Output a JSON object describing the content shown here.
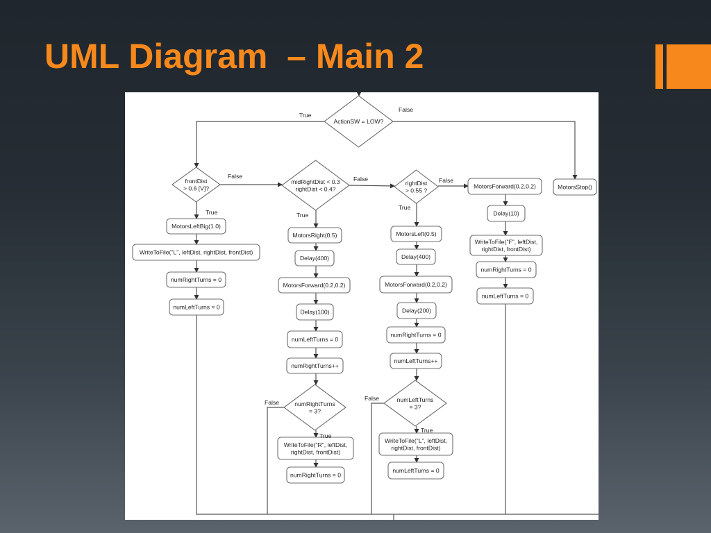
{
  "slide": {
    "title": "UML Diagram  – Main 2"
  },
  "diagram": {
    "nodes": {
      "d_action": [
        "ActionSW = LOW?"
      ],
      "p_stop": [
        "MotorsStop()"
      ],
      "d_front": [
        "frontDist",
        "> 0.6 [V]?"
      ],
      "p_leftbig": [
        "MotorsLeftBig(1.0)"
      ],
      "p_wf_l1": [
        "WriteToFile(\"L\", leftDist, rightDist, frontDist)"
      ],
      "p_rt0_a": [
        "numRightTurns = 0"
      ],
      "p_lt0_a": [
        "numLeftTurns = 0"
      ],
      "d_mid": [
        "midRightDist < 0.3",
        "rightDist < 0.4?"
      ],
      "p_right": [
        "MotorsRight(0.5)"
      ],
      "p_delay400_a": [
        "Delay(400)"
      ],
      "p_fwd_a": [
        "MotorsForward(0.2,0.2)"
      ],
      "p_delay100": [
        "Delay(100)"
      ],
      "p_lt0_b": [
        "numLeftTurns = 0"
      ],
      "p_rtinc": [
        "numRightTurns++"
      ],
      "d_rt3": [
        "numRightTurns",
        "= 3?"
      ],
      "p_wf_r": [
        "WriteToFile(\"R\", leftDist,",
        "rightDist, frontDist)"
      ],
      "p_rt0_b": [
        "numRightTurns = 0"
      ],
      "d_right": [
        "rightDist",
        "> 0.55 ?"
      ],
      "p_left": [
        "MotorsLeft(0.5)"
      ],
      "p_delay400_b": [
        "Delay(400)"
      ],
      "p_fwd_b": [
        "MotorsForward(0.2,0.2)"
      ],
      "p_delay200": [
        "Delay(200)"
      ],
      "p_rt0_c": [
        "numRightTurns = 0"
      ],
      "p_ltinc": [
        "numLeftTurns++"
      ],
      "d_lt3": [
        "numLeftTurns",
        "= 3?"
      ],
      "p_wf_l2": [
        "WriteToFile(\"L\", leftDist,",
        "rightDist, frontDist)"
      ],
      "p_lt0_c": [
        "numLeftTurns = 0"
      ],
      "p_fwd_c": [
        "MotorsForward(0.2,0.2)"
      ],
      "p_delay10": [
        "Delay(10)"
      ],
      "p_wf_f": [
        "WriteToFile(\"F\", leftDist,",
        "rightDist, frontDist)"
      ],
      "p_rt0_d": [
        "numRightTurns = 0"
      ],
      "p_lt0_d": [
        "numLeftTurns = 0"
      ]
    },
    "edge_labels": {
      "action_true": "True",
      "action_false": "False",
      "front_false": "False",
      "front_true": "True",
      "mid_false": "False",
      "mid_true": "True",
      "right_false": "False",
      "right_true": "True",
      "rt3_false": "False",
      "rt3_true": "True",
      "lt3_false": "False",
      "lt3_true": "True"
    }
  }
}
